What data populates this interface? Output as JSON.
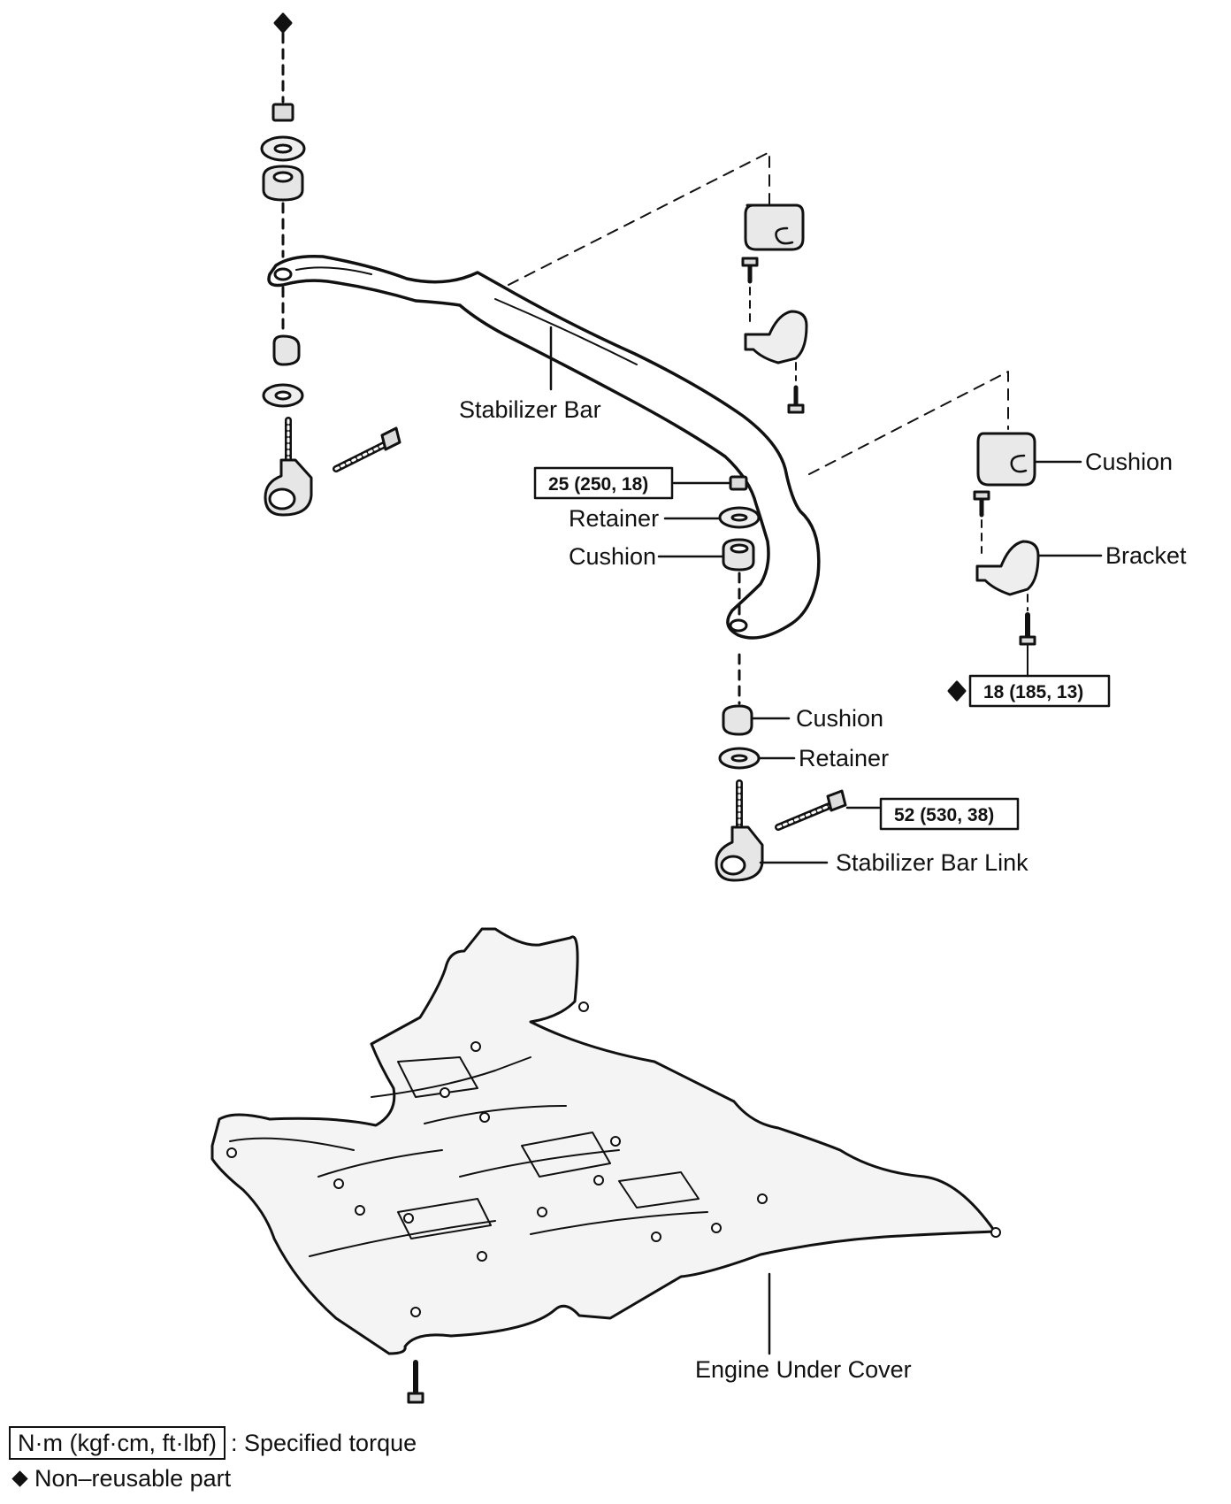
{
  "labels": {
    "stabilizer_bar": "Stabilizer Bar",
    "cushion": "Cushion",
    "bracket": "Bracket",
    "retainer": "Retainer",
    "stabilizer_bar_link": "Stabilizer Bar Link",
    "engine_under_cover": "Engine Under Cover"
  },
  "torques": {
    "nut_link_top": "25 (250, 18)",
    "bracket_bolt": "18 (185, 13)",
    "link_bolt": "52 (530, 38)"
  },
  "legend": {
    "torque_unit": "N·m (kgf·cm, ft·lbf)",
    "torque_desc": ": Specified torque",
    "nonreusable": "Non–reusable part"
  }
}
